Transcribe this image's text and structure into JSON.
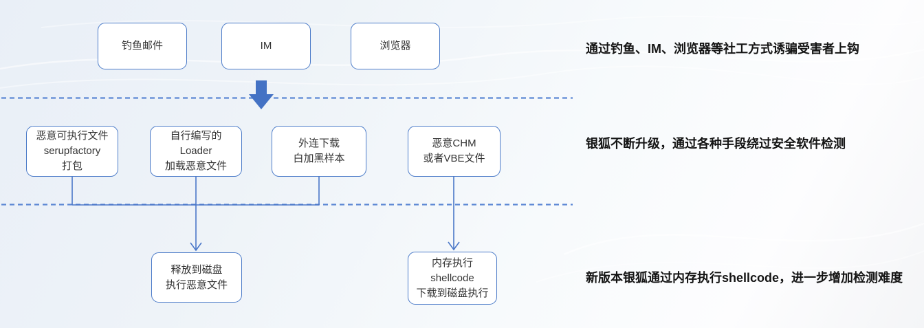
{
  "diagram_title": "attack-flow",
  "colors": {
    "node_border": "#4a7ac8",
    "connector": "#4a77c8",
    "dashed_line": "#5b87d4",
    "block_arrow": "#4472c4",
    "node_text": "#333333",
    "caption_text": "#141414",
    "node_fill": "#ffffff"
  },
  "nodes": {
    "phishing": "钓鱼邮件",
    "im": "IM",
    "browser": "浏览器",
    "exe": "恶意可执行文件\nserupfactory\n打包",
    "loader": "自行编写的\nLoader\n加载恶意文件",
    "download": "外连下载\n白加黑样本",
    "chm": "恶意CHM\n或者VBE文件",
    "disk": "释放到磁盘\n执行恶意文件",
    "memory": "内存执行\nshellcode\n下载到磁盘执行"
  },
  "captions": {
    "stage1": "通过钓鱼、IM、浏览器等社工方式诱骗受害者上钩",
    "stage2": "银狐不断升级，通过各种手段绕过安全软件检测",
    "stage3": "新版本银狐通过内存执行shellcode，进一步增加检测难度"
  },
  "icons": {
    "block_arrow": "down-block-arrow"
  }
}
